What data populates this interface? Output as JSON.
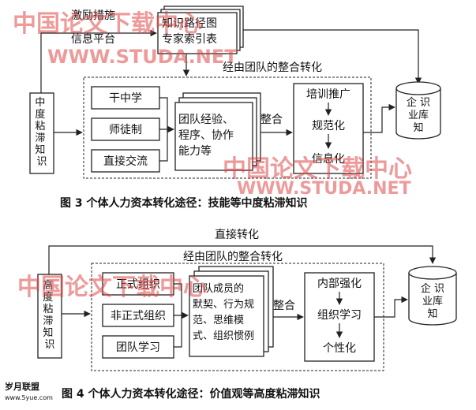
{
  "colors": {
    "line": "#222222",
    "watermark": "#e04848"
  },
  "watermark": {
    "title": "中国论文下载中心",
    "url": "WWW.STUDA.NET"
  },
  "site_logo": {
    "name": "岁月联盟",
    "url": "www.5yue.com"
  },
  "figure3": {
    "incentive": "激励措施",
    "info_platform": "信息平台",
    "doc_stack": [
      "知识路径图",
      "专家索引表"
    ],
    "team_label": "经由团队的整合转化",
    "source": "中度粘滞知识",
    "methods": [
      "干中学",
      "师徒制",
      "直接交流"
    ],
    "team_stack": [
      "团队经验、",
      "程序、协作",
      "能力等"
    ],
    "integrate": "整合",
    "stages": [
      "培训推广",
      "规范化",
      "信息化"
    ],
    "db": [
      "企 识",
      "业库",
      "知"
    ],
    "caption": "图 3    个体人力资本转化途径：技能等中度粘滞知识"
  },
  "figure4": {
    "direct": "直接转化",
    "team_label": "经由团队的整合转化",
    "source": "高度粘滞知识",
    "methods": [
      "正式组织",
      "非正式组织",
      "团队学习"
    ],
    "team_stack": [
      "团队成员的",
      "默契、行为规",
      "范、思维模",
      "式、组织惯例"
    ],
    "integrate": "整合",
    "stages": [
      "内部强化",
      "组织学习",
      "个性化"
    ],
    "db": [
      "企 识",
      "业库",
      "知"
    ],
    "caption": "图 4    个体人力资本转化途径：价值观等高度粘滞知识"
  }
}
